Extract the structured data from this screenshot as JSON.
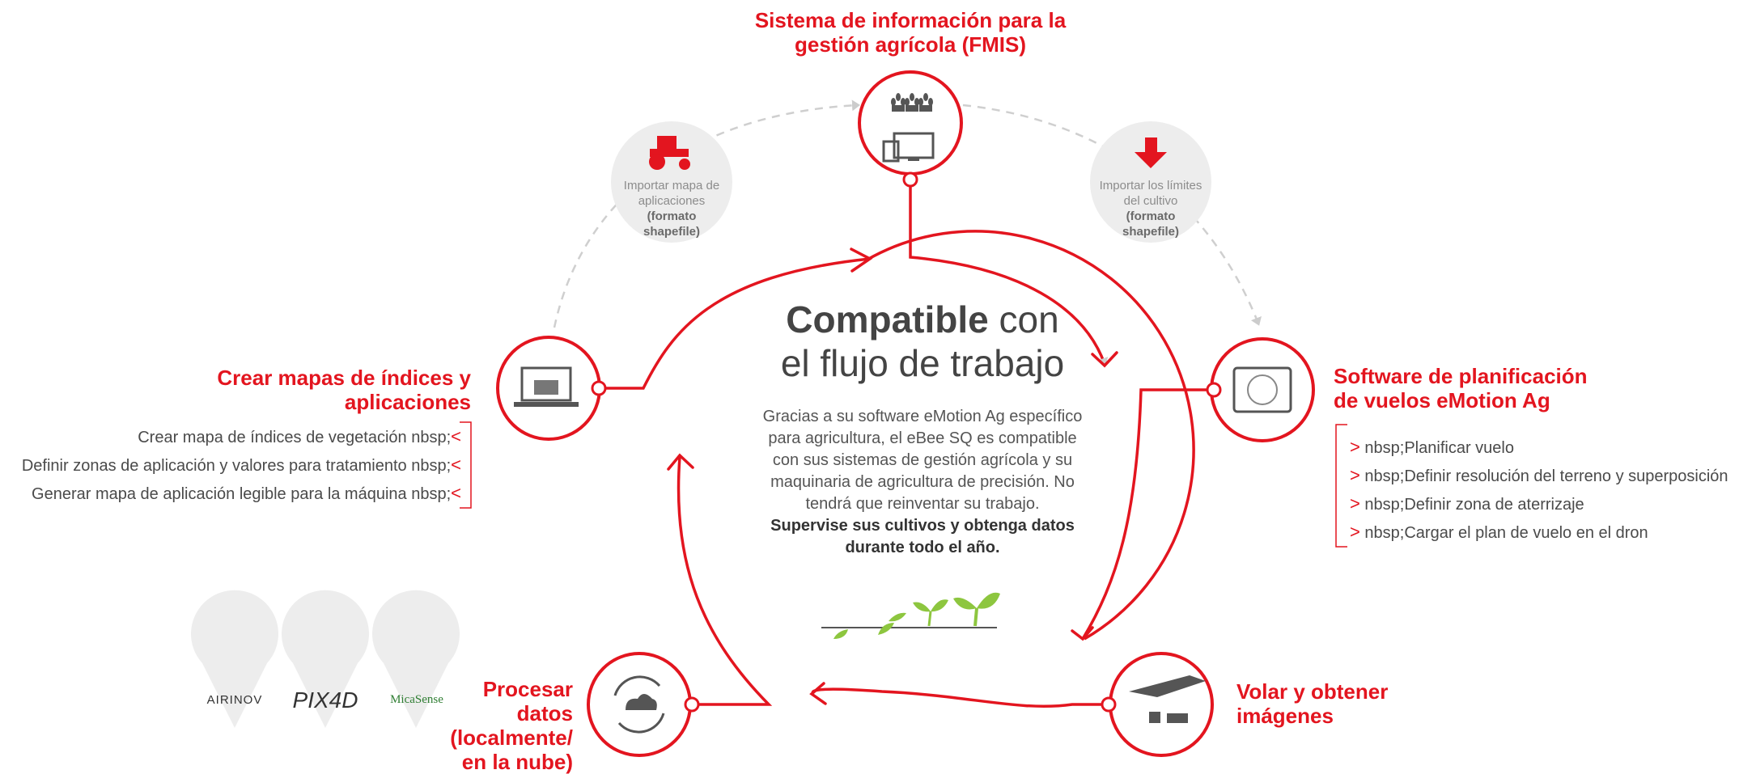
{
  "title": {
    "strong": "Compatible",
    "light": "con",
    "line2": "el flujo de trabajo"
  },
  "center": {
    "description": [
      "Gracias a su software eMotion Ag específico",
      "para agricultura, el eBee SQ es compatible",
      "con sus sistemas de gestión agrícola y su",
      "maquinaria de agricultura de precisión. No",
      "tendrá que reinventar su trabajo."
    ],
    "highlight": [
      "Supervise sus cultivos y obtenga datos",
      "durante todo el año."
    ]
  },
  "nodes": {
    "fmis": {
      "title": [
        "Sistema de información para la",
        "gestión agrícola (FMIS)"
      ],
      "icon": "farm-computers-icon"
    },
    "planning": {
      "title": [
        "Software de planificación",
        "de vuelos eMotion Ag"
      ],
      "icon": "tablet-map-icon",
      "items": [
        "Planificar vuelo",
        "Definir resolución del terreno y superposición",
        "Definir zona de aterrizaje",
        "Cargar el plan de vuelo en el dron"
      ]
    },
    "fly": {
      "title": [
        "Volar y obtener",
        "imágenes"
      ],
      "icon": "drone-icon"
    },
    "process": {
      "title": [
        "Procesar",
        "datos",
        "(localmente/",
        "en la nube)"
      ],
      "icon": "cloud-sync-icon"
    },
    "maps": {
      "title": [
        "Crear mapas de índices y",
        "aplicaciones"
      ],
      "icon": "laptop-map-icon",
      "items": [
        "Crear mapa de índices de vegetación",
        "Definir zonas de aplicación y valores para tratamiento",
        "Generar mapa de aplicación legible para la máquina"
      ]
    }
  },
  "bubbles": {
    "import_app": {
      "lines": [
        "Importar mapa de",
        "aplicaciones"
      ],
      "bold": [
        "(formato",
        "shapefile)"
      ],
      "icon": "tractor-icon"
    },
    "import_limits": {
      "lines": [
        "Importar los límites",
        "del cultivo"
      ],
      "bold": [
        "(formato",
        "shapefile)"
      ],
      "icon": "down-arrow-icon"
    }
  },
  "partners": [
    "AIRINOV",
    "PIX4D",
    "MicaSense"
  ],
  "colors": {
    "accent": "#e3151f",
    "dashed": "#cccccc",
    "bubble": "#ededed",
    "sprout": "#8dc63f"
  }
}
